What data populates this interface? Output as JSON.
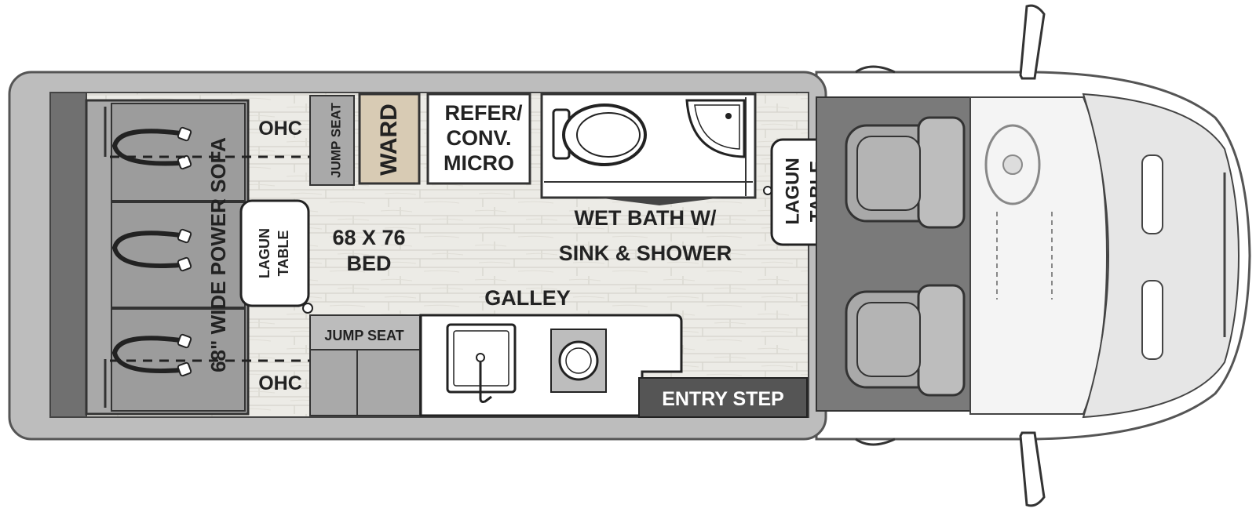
{
  "labels": {
    "sofa": "68\" WIDE POWER SOFA",
    "ohc_top": "OHC",
    "ohc_bottom": "OHC",
    "jump_seat_top": "JUMP SEAT",
    "jump_seat_bottom": "JUMP SEAT",
    "ward": "WARD",
    "refer_line1": "REFER/",
    "refer_line2": "CONV.",
    "refer_line3": "MICRO",
    "lagun_left_1": "LAGUN",
    "lagun_left_2": "TABLE",
    "bed_line1": "68 X 76",
    "bed_line2": "BED",
    "wetbath_line1": "WET BATH W/",
    "wetbath_line2": "SINK & SHOWER",
    "lagun_right_1": "LAGUN",
    "lagun_right_2": "TABLE",
    "galley": "GALLEY",
    "entry_step": "ENTRY STEP"
  },
  "colors": {
    "body_gray": "#bdbdbd",
    "dark_gray": "#6f6f6f",
    "cab_floor": "#7a7a7a",
    "floor_wood": "#ece9e1",
    "ward": "#d8cbb4",
    "seat_gray": "#a9a9a9",
    "entry_step": "#555555"
  }
}
